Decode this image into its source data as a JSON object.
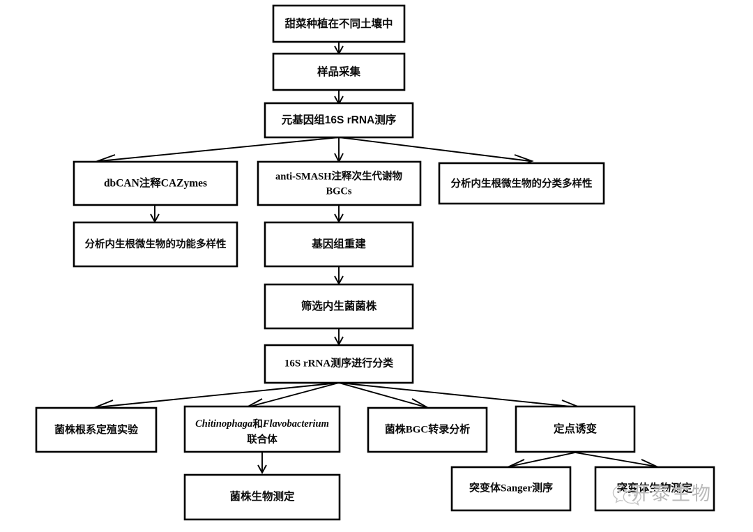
{
  "diagram": {
    "type": "flowchart",
    "title": "",
    "background": "#ffffff",
    "box_stroke": "#000000",
    "text_color": "#0a0a0a",
    "nodes": [
      {
        "id": "n1",
        "label": "甜菜种植在不同土壤中"
      },
      {
        "id": "n2",
        "label": "样品采集"
      },
      {
        "id": "n3",
        "label": "元基因组16S rRNA测序"
      },
      {
        "id": "n4",
        "label": "dbCAN注释CAZymes"
      },
      {
        "id": "n5",
        "label": "anti-SMASH注释次生代谢物",
        "label2": "BGCs"
      },
      {
        "id": "n6",
        "label": "分析内生根微生物的分类多样性"
      },
      {
        "id": "n7",
        "label": "分析内生根微生物的功能多样性"
      },
      {
        "id": "n8",
        "label": "基因组重建"
      },
      {
        "id": "n9",
        "label": "筛选内生菌菌株"
      },
      {
        "id": "n10",
        "label": "16S rRNA测序进行分类"
      },
      {
        "id": "n11",
        "label": "菌株根系定殖实验"
      },
      {
        "id": "n12",
        "label_a": "Chitinophaga",
        "label_b": "和",
        "label_c": "Flavobacterium",
        "label2": "联合体"
      },
      {
        "id": "n13",
        "label": "菌株BGC转录分析"
      },
      {
        "id": "n14",
        "label": "定点诱变"
      },
      {
        "id": "n15",
        "label": "菌株生物测定"
      },
      {
        "id": "n16",
        "label": "突变体Sanger测序"
      },
      {
        "id": "n17",
        "label": "突变体生物测定"
      }
    ],
    "edges": [
      {
        "from": "n1",
        "to": "n2"
      },
      {
        "from": "n2",
        "to": "n3"
      },
      {
        "from": "n3",
        "to": "n4"
      },
      {
        "from": "n3",
        "to": "n5"
      },
      {
        "from": "n3",
        "to": "n6"
      },
      {
        "from": "n4",
        "to": "n7"
      },
      {
        "from": "n5",
        "to": "n8"
      },
      {
        "from": "n8",
        "to": "n9"
      },
      {
        "from": "n9",
        "to": "n10"
      },
      {
        "from": "n10",
        "to": "n11"
      },
      {
        "from": "n10",
        "to": "n12"
      },
      {
        "from": "n10",
        "to": "n13"
      },
      {
        "from": "n10",
        "to": "n14"
      },
      {
        "from": "n12",
        "to": "n15"
      },
      {
        "from": "n14",
        "to": "n16"
      },
      {
        "from": "n14",
        "to": "n17"
      }
    ]
  },
  "watermark": {
    "text": "开泰生物",
    "logo": "wechat-logo",
    "color": "#b9b9b9"
  }
}
